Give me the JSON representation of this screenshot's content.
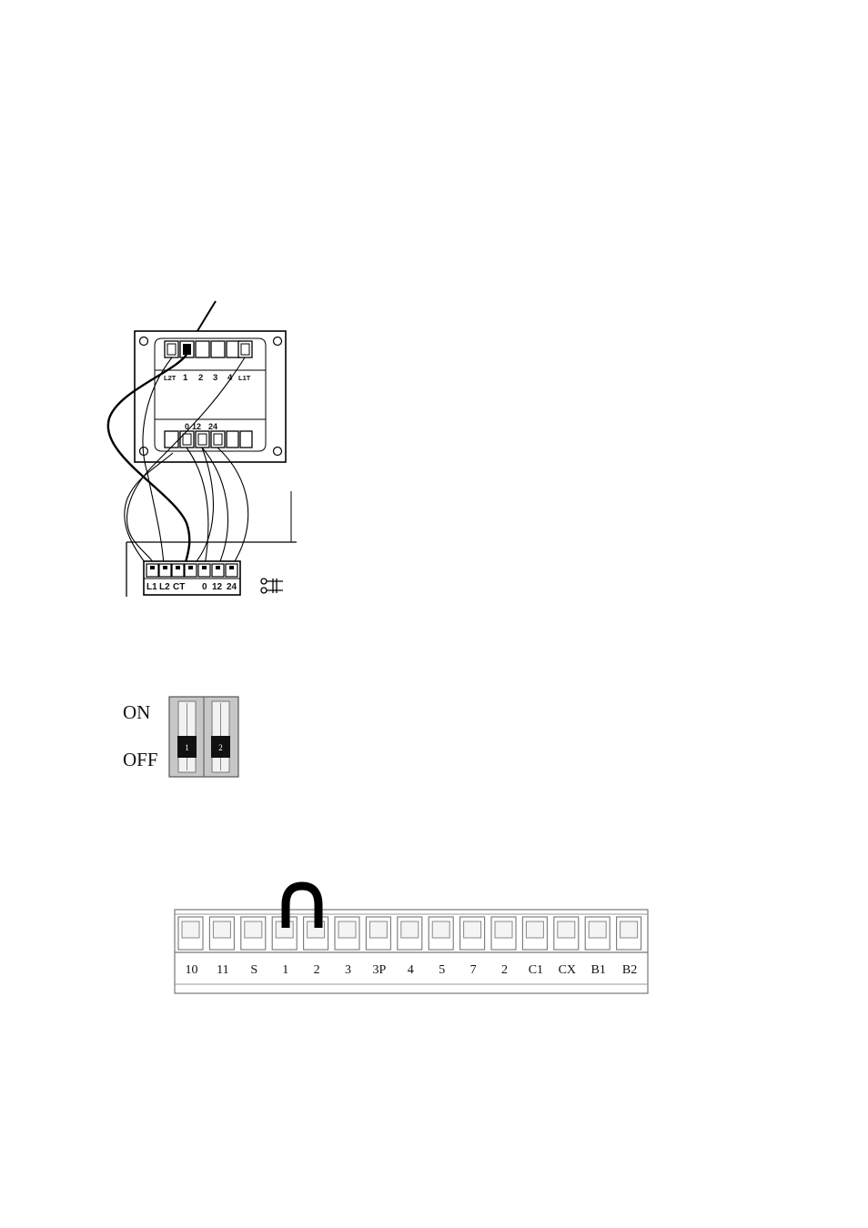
{
  "transformer": {
    "top_labels": [
      "L2T",
      "1",
      "2",
      "3",
      "4",
      "L1T"
    ],
    "bottom_labels": [
      "0",
      "12",
      "24"
    ],
    "board_labels": [
      "L1",
      "L2",
      "CT",
      "0",
      "12",
      "24"
    ]
  },
  "dip_switch": {
    "on_label": "ON",
    "off_label": "OFF",
    "switches": [
      {
        "number": "1",
        "state": "OFF"
      },
      {
        "number": "2",
        "state": "OFF"
      }
    ]
  },
  "terminal_block": {
    "terminals": [
      "10",
      "11",
      "S",
      "1",
      "2",
      "3",
      "3P",
      "4",
      "5",
      "7",
      "2",
      "C1",
      "CX",
      "B1",
      "B2"
    ],
    "jumper_between": [
      "1",
      "2"
    ]
  }
}
